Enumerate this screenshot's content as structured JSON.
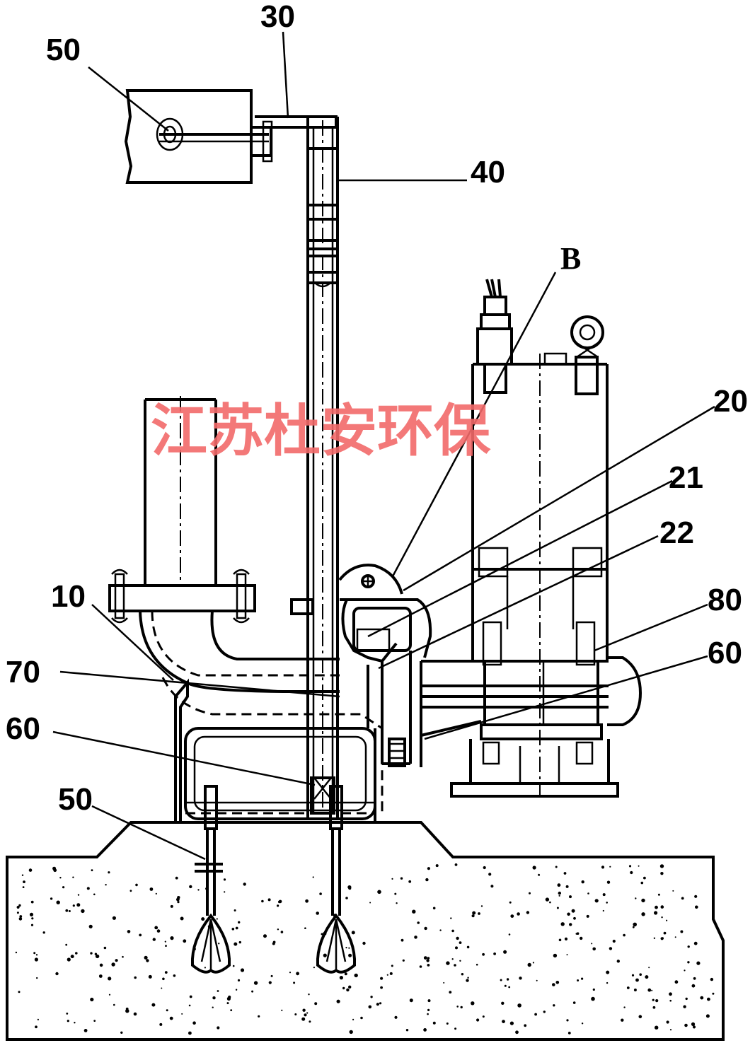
{
  "diagram": {
    "watermark": "江苏杜安环保",
    "labels": [
      {
        "id": "label-30-top",
        "text": "30"
      },
      {
        "id": "label-50-top",
        "text": "50"
      },
      {
        "id": "label-40",
        "text": "40"
      },
      {
        "id": "label-b",
        "text": "B"
      },
      {
        "id": "label-20",
        "text": "20"
      },
      {
        "id": "label-21",
        "text": "21"
      },
      {
        "id": "label-22",
        "text": "22"
      },
      {
        "id": "label-80",
        "text": "80"
      },
      {
        "id": "label-10",
        "text": "10"
      },
      {
        "id": "label-60-right",
        "text": "60"
      },
      {
        "id": "label-70",
        "text": "70"
      },
      {
        "id": "label-60-left",
        "text": "60"
      },
      {
        "id": "label-50-bottom",
        "text": "50"
      }
    ]
  }
}
